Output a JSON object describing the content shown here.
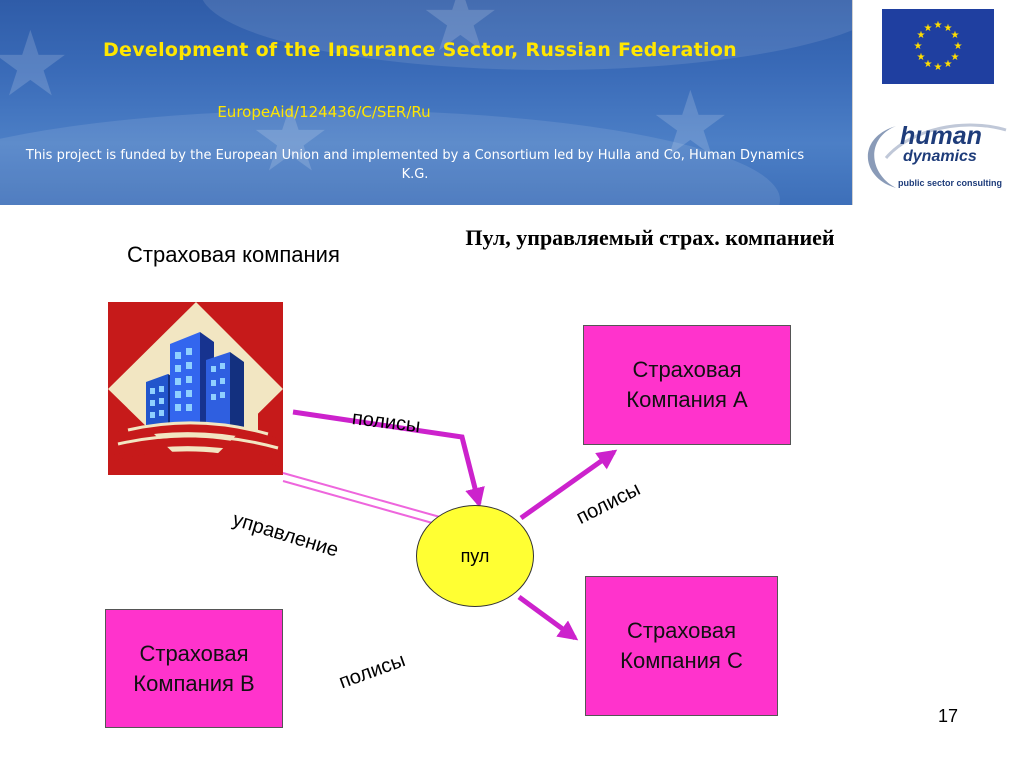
{
  "header": {
    "title": "Development of the Insurance Sector, Russian Federation",
    "reference": "EuropeAid/124436/C/SER/Ru",
    "funding": "This project is funded by the European Union and implemented by a Consortium led by Hulla and Co, Human Dynamics K.G."
  },
  "logos": {
    "eu_flag_icon": "eu-flag-icon",
    "human": "human",
    "dynamics": "dynamics",
    "tagline": "public sector consulting"
  },
  "slide": {
    "title": "Пул, управляемый страх. компанией",
    "company_label": "Страховая компания",
    "pool": "пул",
    "box_a": "Страховая Компания А",
    "box_b": "Страховая Компания В",
    "box_c": "Страховая Компания С",
    "label_policies_top": "полисы",
    "label_management": "управление",
    "label_policies_right": "полисы",
    "label_policies_bottom": "полисы",
    "page_number": "17"
  },
  "colors": {
    "banner": "#3a6bb8",
    "header_text": "#ffe600",
    "box_fill": "#ff33cc",
    "pool_fill": "#ffff33",
    "arrow": "#cc22cc",
    "icon_bg": "#c61a1a"
  }
}
